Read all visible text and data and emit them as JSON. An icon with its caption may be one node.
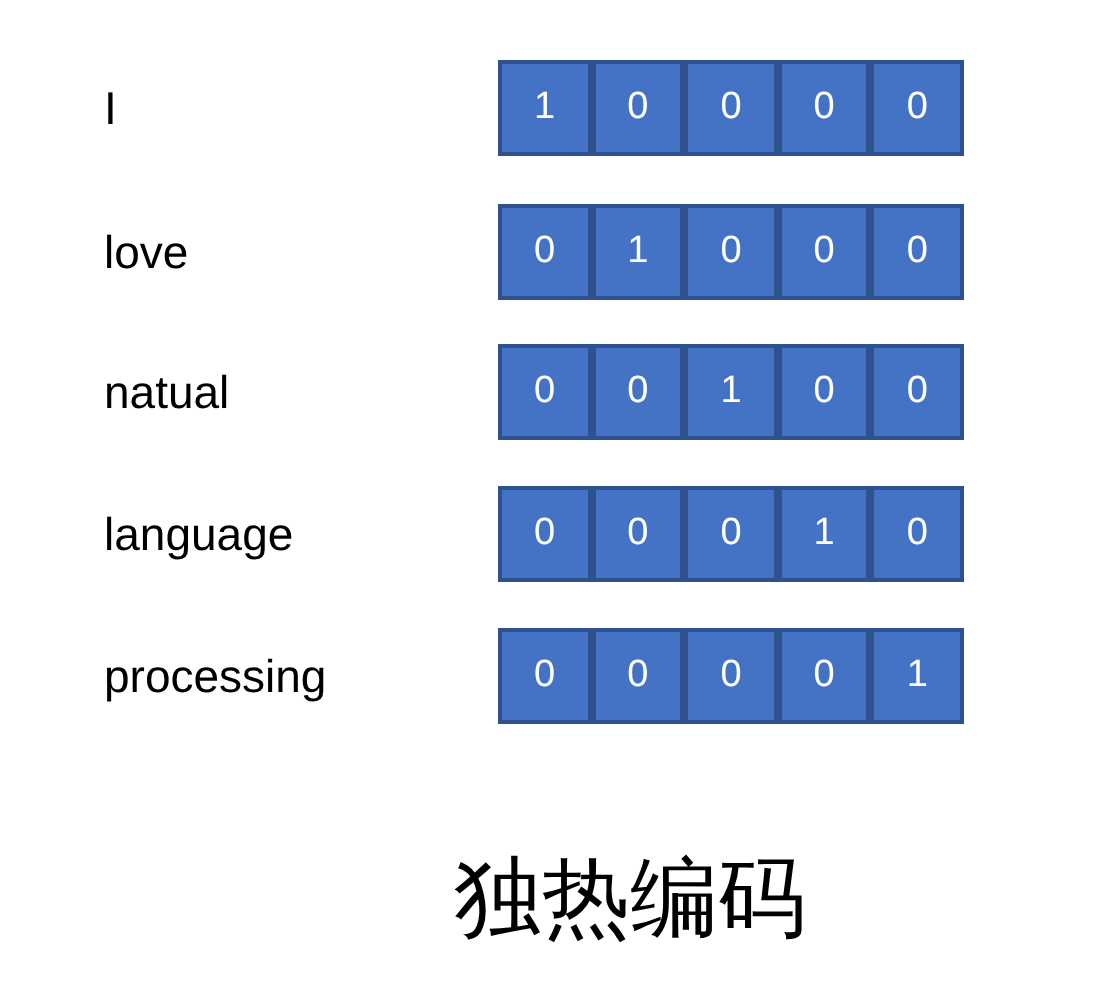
{
  "diagram": {
    "caption": "独热编码",
    "nodes": [
      {
        "text": [
          "1"
        ]
      },
      {
        "text": [
          "0"
        ]
      },
      {
        "text": [
          "0"
        ]
      },
      {
        "text": [
          "0"
        ]
      },
      {
        "text": [
          "0"
        ]
      },
      {
        "text": [
          "0"
        ]
      },
      {
        "text": [
          "1"
        ]
      },
      {
        "text": [
          "0"
        ]
      },
      {
        "text": [
          "0"
        ]
      },
      {
        "text": [
          "0"
        ]
      },
      {
        "text": [
          "0"
        ]
      },
      {
        "text": [
          "0"
        ]
      },
      {
        "text": [
          "1"
        ]
      },
      {
        "text": [
          "0"
        ]
      },
      {
        "text": [
          "0"
        ]
      },
      {
        "text": [
          "0"
        ]
      },
      {
        "text": [
          "0"
        ]
      },
      {
        "text": [
          "0"
        ]
      },
      {
        "text": [
          "1"
        ]
      },
      {
        "text": [
          "0"
        ]
      },
      {
        "text": [
          "0"
        ]
      },
      {
        "text": [
          "0"
        ]
      },
      {
        "text": [
          "0"
        ]
      },
      {
        "text": [
          "0"
        ]
      },
      {
        "text": [
          "1"
        ]
      }
    ],
    "labels": [
      "I",
      "love",
      "natual",
      "language",
      "processing"
    ]
  }
}
